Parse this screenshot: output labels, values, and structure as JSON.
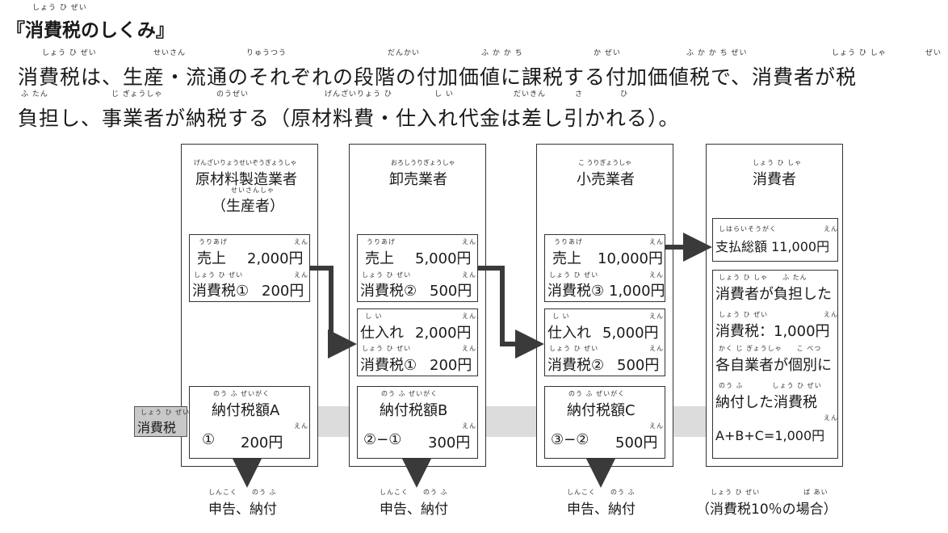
{
  "title": "『消費税のしくみ』",
  "title_ruby": "しょう ひ ぜい",
  "intro": {
    "line1": "消費税は、生産・流通のそれぞれの段階の付加価値に課税する付加価値税で、消費者が税",
    "line2": "負担し、事業者が納税する（原材料費・仕入れ代金は差し引かれる）。",
    "ruby1": [
      "しょう ひ ぜい",
      "せいさん",
      "りゅうつう",
      "だんかい",
      "ふ か か ち",
      "か ぜい",
      "ふ か か ち ぜい",
      "しょう ひ しゃ",
      "ぜい"
    ],
    "ruby2": [
      "ふ たん",
      "じ ぎょうしゃ",
      "のうぜい",
      "げんざいりょう ひ",
      "し い",
      "だいきん",
      "さ",
      "ひ"
    ]
  },
  "columns": {
    "manufacturer": {
      "ruby": "げんざいりょうせいぞうぎょうしゃ",
      "name": "原材料製造業者",
      "sub_ruby": "せいさんしゃ",
      "sub": "（生産者）",
      "sales_ruby": "うりあげ",
      "sales_label": "売上",
      "sales_value": "2,000円",
      "tax_ruby": "しょう ひ ぜい",
      "tax_label": "消費税①",
      "tax_value": "200円",
      "yen_ruby": "えん",
      "pay_ruby": "のう ふ ぜいがく",
      "pay_title": "納付税額A",
      "pay_calc": "①",
      "pay_value": "200円",
      "bottom_ruby": "しんこく　　のう ふ",
      "bottom": "申告、納付"
    },
    "wholesaler": {
      "ruby": "おろしうりぎょうしゃ",
      "name": "卸売業者",
      "sales_ruby": "うりあげ",
      "sales_label": "売上",
      "sales_value": "5,000円",
      "tax_ruby": "しょう ひ ぜい",
      "tax_label": "消費税②",
      "tax_value": "500円",
      "purchase_ruby": "し い",
      "purchase_label": "仕入れ",
      "purchase_value": "2,000円",
      "ptax_ruby": "しょう ひ ぜい",
      "ptax_label": "消費税①",
      "ptax_value": "200円",
      "yen_ruby": "えん",
      "pay_ruby": "のう ふ ぜいがく",
      "pay_title": "納付税額B",
      "pay_calc": "②−①",
      "pay_value": "300円",
      "bottom_ruby": "しんこく　　のう ふ",
      "bottom": "申告、納付"
    },
    "retailer": {
      "ruby": "こ うりぎょうしゃ",
      "name": "小売業者",
      "sales_ruby": "うりあげ",
      "sales_label": "売上",
      "sales_value": "10,000円",
      "tax_ruby": "しょう ひ ぜい",
      "tax_label": "消費税③",
      "tax_value": "1,000円",
      "purchase_ruby": "し い",
      "purchase_label": "仕入れ",
      "purchase_value": "5,000円",
      "ptax_ruby": "しょう ひ ぜい",
      "ptax_label": "消費税②",
      "ptax_value": "500円",
      "yen_ruby": "えん",
      "pay_ruby": "のう ふ ぜいがく",
      "pay_title": "納付税額C",
      "pay_calc": "③−②",
      "pay_value": "500円",
      "bottom_ruby": "しんこく　　のう ふ",
      "bottom": "申告、納付"
    },
    "consumer": {
      "ruby": "しょう ひ しゃ",
      "name": "消費者",
      "total_ruby": "しはらいそうがく",
      "total": "支払総額 11,000円",
      "burden_ruby": "しょう ひ しゃ　　ふ たん",
      "burden": "消費者が負担した",
      "burden_tax_ruby": "しょう ひ ぜい",
      "burden_tax": "消費税：1,000円",
      "each_ruby": "かく じ ぎょうしゃ　　こ べつ",
      "each": "各自業者が個別に",
      "paid_ruby": "のう ふ　　　　しょう ひ ぜい",
      "paid": "納付した消費税",
      "sum": "A+B+C=1,000円",
      "yen_ruby": "えん",
      "bottom_ruby": "しょう ひ ぜい　　　　　　ば あい",
      "bottom": "（消費税10％の場合）"
    }
  },
  "tax_band_ruby": "しょう ひ ぜい",
  "tax_band_label": "消費税",
  "colors": {
    "line": "#333333",
    "arrow": "#3a3a3a",
    "band": "#dcdcdc",
    "label_box": "#c8c8c8"
  }
}
